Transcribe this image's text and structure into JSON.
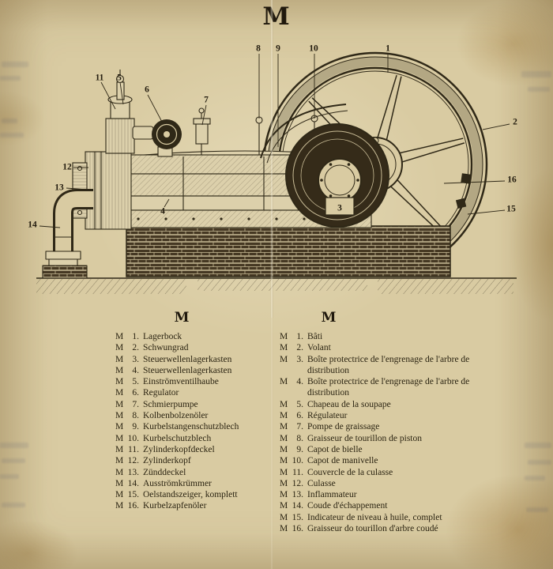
{
  "page": {
    "title": "M"
  },
  "legend": {
    "left_header": "M",
    "right_header": "M"
  },
  "callouts": [
    "1",
    "2",
    "3",
    "4",
    "5",
    "6",
    "7",
    "8",
    "9",
    "10",
    "11",
    "12",
    "13",
    "14",
    "15",
    "16"
  ],
  "legend_de": [
    {
      "m": "M",
      "n": "1.",
      "t": "Lagerbock"
    },
    {
      "m": "M",
      "n": "2.",
      "t": "Schwungrad"
    },
    {
      "m": "M",
      "n": "3.",
      "t": "Steuerwellenlagerkasten"
    },
    {
      "m": "M",
      "n": "4.",
      "t": "Steuerwellenlagerkasten"
    },
    {
      "m": "M",
      "n": "5.",
      "t": "Einströmventilhaube"
    },
    {
      "m": "M",
      "n": "6.",
      "t": "Regulator"
    },
    {
      "m": "M",
      "n": "7.",
      "t": "Schmierpumpe"
    },
    {
      "m": "M",
      "n": "8.",
      "t": "Kolbenbolzenöler"
    },
    {
      "m": "M",
      "n": "9.",
      "t": "Kurbelstangenschutzblech"
    },
    {
      "m": "M",
      "n": "10.",
      "t": "Kurbelschutzblech"
    },
    {
      "m": "M",
      "n": "11.",
      "t": "Zylinderkopfdeckel"
    },
    {
      "m": "M",
      "n": "12.",
      "t": "Zylinderkopf"
    },
    {
      "m": "M",
      "n": "13.",
      "t": "Zünddeckel"
    },
    {
      "m": "M",
      "n": "14.",
      "t": "Ausströmkrümmer"
    },
    {
      "m": "M",
      "n": "15.",
      "t": "Oelstandszeiger, komplett"
    },
    {
      "m": "M",
      "n": "16.",
      "t": "Kurbelzapfenöler"
    }
  ],
  "legend_fr": [
    {
      "m": "M",
      "n": "1.",
      "t": "Bâti"
    },
    {
      "m": "M",
      "n": "2.",
      "t": "Volant"
    },
    {
      "m": "M",
      "n": "3.",
      "t": "Boîte protectrice de l'engrenage de l'arbre de distribution"
    },
    {
      "m": "M",
      "n": "4.",
      "t": "Boîte protectrice de l'engrenage de l'arbre de distribution"
    },
    {
      "m": "M",
      "n": "5.",
      "t": "Chapeau de la soupape"
    },
    {
      "m": "M",
      "n": "6.",
      "t": "Régulateur"
    },
    {
      "m": "M",
      "n": "7.",
      "t": "Pompe de graissage"
    },
    {
      "m": "M",
      "n": "8.",
      "t": "Graisseur de tourillon de piston"
    },
    {
      "m": "M",
      "n": "9.",
      "t": "Capot de bielle"
    },
    {
      "m": "M",
      "n": "10.",
      "t": "Capot de manivelle"
    },
    {
      "m": "M",
      "n": "11.",
      "t": "Couvercle de la culasse"
    },
    {
      "m": "M",
      "n": "12.",
      "t": "Culasse"
    },
    {
      "m": "M",
      "n": "13.",
      "t": "Inflammateur"
    },
    {
      "m": "M",
      "n": "14.",
      "t": "Coude d'échappement"
    },
    {
      "m": "M",
      "n": "15.",
      "t": "Indicateur de niveau à huile, complet"
    },
    {
      "m": "M",
      "n": "16.",
      "t": "Graisseur do tourillon d'arbre coudé"
    }
  ],
  "colors": {
    "ink": "#2f2817",
    "paper": "#d9cba2"
  }
}
